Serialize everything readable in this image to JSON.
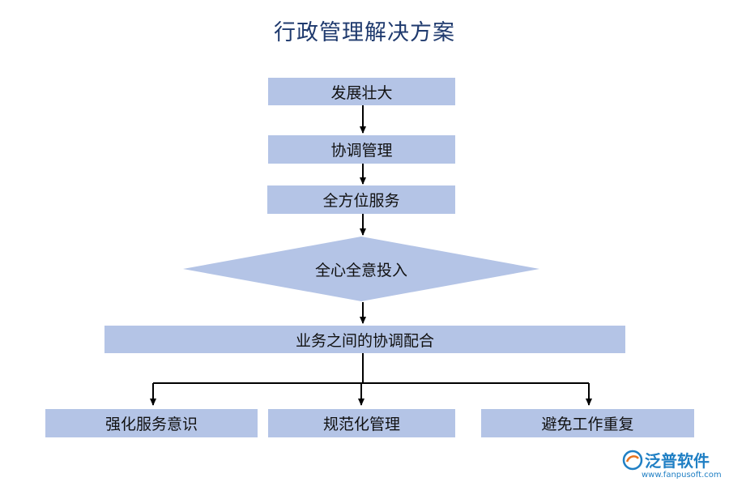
{
  "title": "行政管理解决方案",
  "nodes": {
    "develop": "发展壮大",
    "coordinate": "协调管理",
    "full_service": "全方位服务",
    "dedication": "全心全意投入",
    "cooperation": "业务之间的协调配合",
    "service_awareness": "强化服务意识",
    "standardization": "规范化管理",
    "avoid_duplication": "避免工作重复"
  },
  "logo": {
    "name": "泛普软件",
    "url": "www.fanpusoft.com"
  },
  "colors": {
    "box_fill": "#b4c4e6",
    "title": "#1f3a6e",
    "connector": "#000000",
    "logo": "#1f7fc4"
  }
}
